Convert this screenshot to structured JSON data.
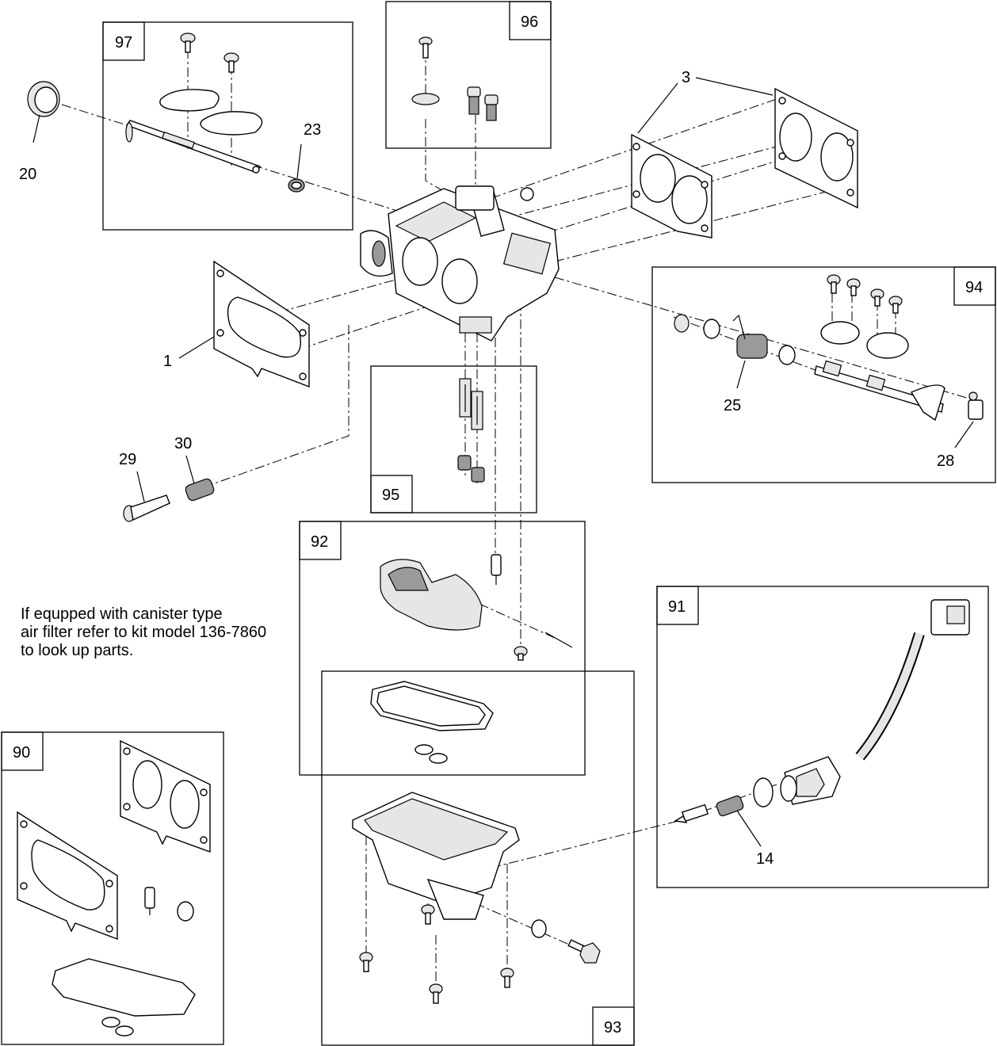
{
  "kits": {
    "k97": "97",
    "k96": "96",
    "k95": "95",
    "k94": "94",
    "k93": "93",
    "k92": "92",
    "k91": "91",
    "k90": "90"
  },
  "callouts": {
    "c1": "1",
    "c3": "3",
    "c14": "14",
    "c20": "20",
    "c23": "23",
    "c25": "25",
    "c28": "28",
    "c29": "29",
    "c30": "30"
  },
  "note": {
    "line1": "If equpped with canister type",
    "line2": "air filter refer to kit model 136-7860",
    "line3": "to look up parts."
  }
}
